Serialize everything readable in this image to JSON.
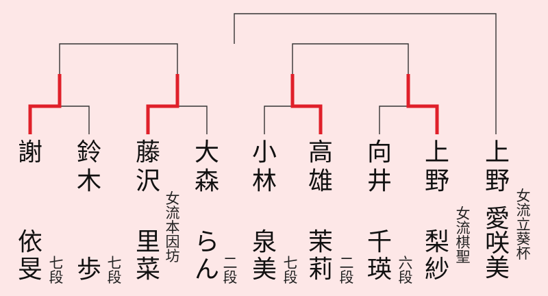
{
  "players": [
    {
      "surname": "謝",
      "given": "依旻",
      "rank": "七段",
      "winner": true
    },
    {
      "surname": "鈴木",
      "given": "歩",
      "rank": "七段",
      "winner": false
    },
    {
      "surname": "藤沢",
      "given": "里菜",
      "rank": "女流本因坊",
      "winner": true
    },
    {
      "surname": "大森",
      "given": "らん",
      "rank": "二段",
      "winner": false
    },
    {
      "surname": "小林",
      "given": "泉美",
      "rank": "七段",
      "winner": false
    },
    {
      "surname": "高雄",
      "given": "茉莉",
      "rank": "二段",
      "winner": true
    },
    {
      "surname": "向井",
      "given": "千瑛",
      "rank": "六段",
      "winner": false
    },
    {
      "surname": "上野",
      "given": "梨紗",
      "rank": "女流棋聖",
      "winner": true
    },
    {
      "surname": "上野",
      "given": "愛咲美",
      "rank": "女流立葵杯",
      "seeded": true
    }
  ],
  "colors": {
    "winner_line": "#e0202a",
    "line": "#333333",
    "background": "#fde7e7"
  }
}
